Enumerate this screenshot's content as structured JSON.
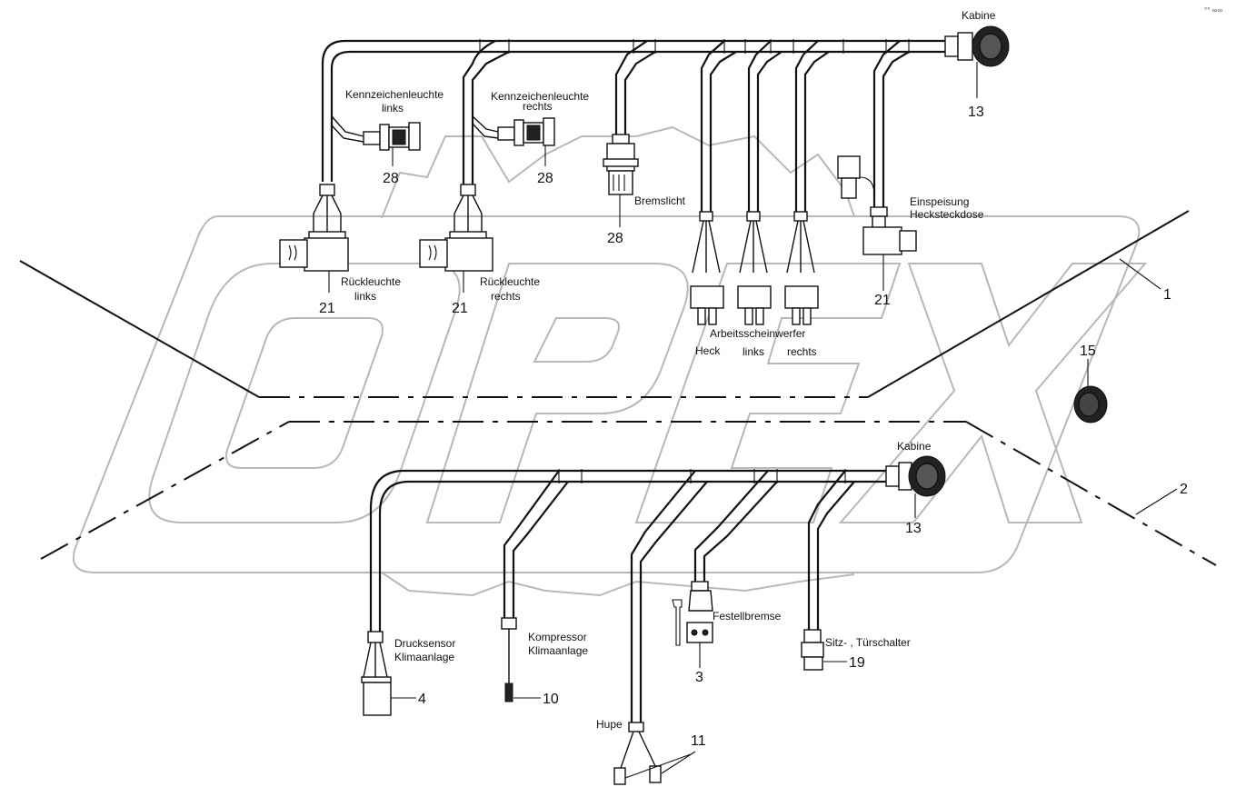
{
  "corner_mark": "°° ∞∞",
  "labels": {
    "kabine_top": "Kabine",
    "kabine_bottom": "Kabine",
    "kennz_links_1": "Kennzeichenleuchte",
    "kennz_links_2": "links",
    "kennz_rechts_1": "Kennzeichenleuchte",
    "kennz_rechts_2": "rechts",
    "bremslicht": "Bremslicht",
    "einspeisung_1": "Einspeisung",
    "einspeisung_2": "Hecksteckdose",
    "rueck_links_1": "Rückleuchte",
    "rueck_links_2": "links",
    "rueck_rechts_1": "Rückleuchte",
    "rueck_rechts_2": "rechts",
    "arbeits": "Arbeitsscheinwerfer",
    "heck": "Heck",
    "links": "links",
    "rechts": "rechts",
    "druck_1": "Drucksensor",
    "druck_2": "Klimaanlage",
    "kompr_1": "Kompressor",
    "kompr_2": "Klimaanlage",
    "festell": "Festellbremse",
    "sitz": "Sitz- , Türschalter",
    "hupe": "Hupe"
  },
  "callouts": {
    "n13_top": "13",
    "n13_bottom": "13",
    "n28_a": "28",
    "n28_b": "28",
    "n28_c": "28",
    "n21_a": "21",
    "n21_b": "21",
    "n21_c": "21",
    "n1": "1",
    "n2": "2",
    "n15": "15",
    "n4": "4",
    "n10": "10",
    "n3": "3",
    "n19": "19",
    "n11": "11"
  },
  "watermark": "OPEX",
  "colors": {
    "line": "#111111",
    "watermark": "#b8b8b8",
    "background": "#ffffff"
  }
}
